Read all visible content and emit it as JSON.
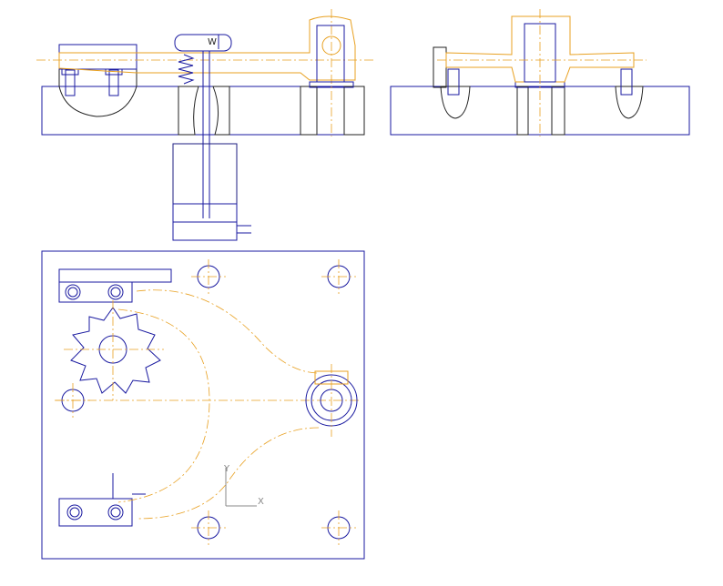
{
  "labels": {
    "load_symbol": "W",
    "axis_y": "Y",
    "axis_x": "X"
  },
  "colors": {
    "outline": "#1a1aa0",
    "part": "#e8a020",
    "hatch": "#222222",
    "background": "#ffffff"
  }
}
